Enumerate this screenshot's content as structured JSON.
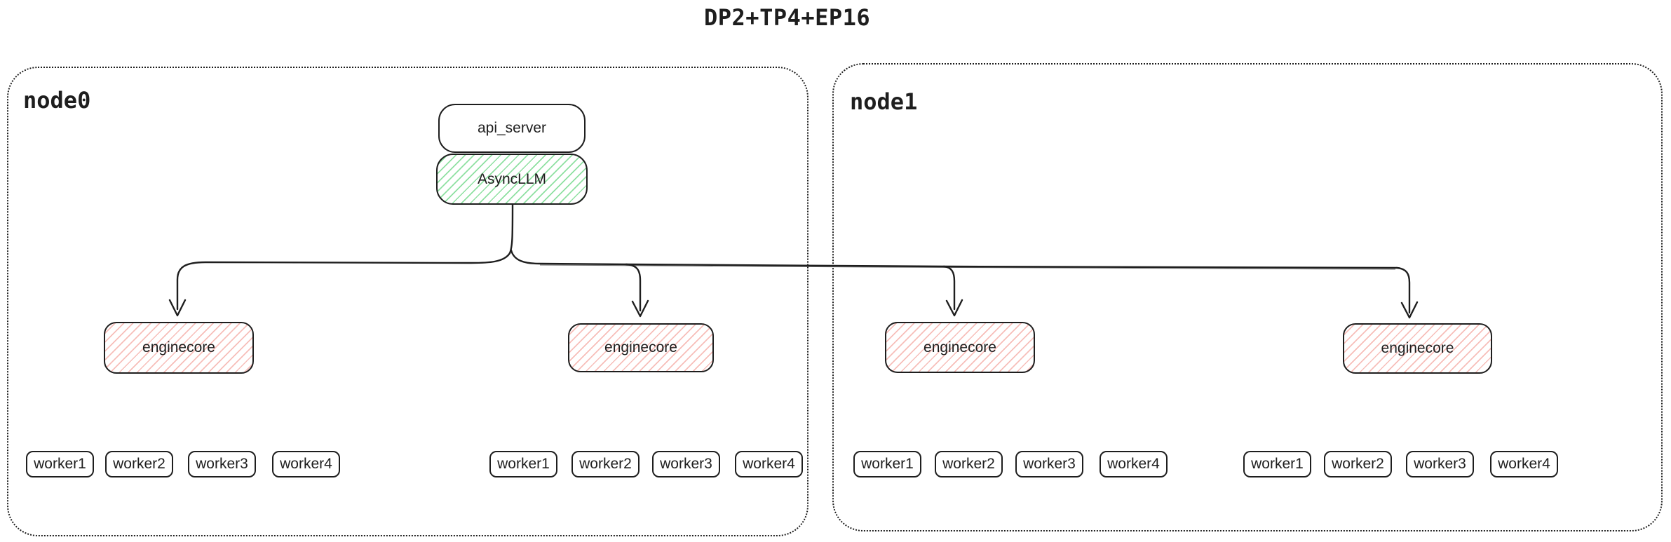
{
  "title": "DP2+TP4+EP16",
  "colors": {
    "stroke": "#1e1e1e",
    "green_hatch": "#8ee0a1",
    "red_hatch": "#f7beb9"
  },
  "nodes": [
    {
      "label": "node0"
    },
    {
      "label": "node1"
    }
  ],
  "api_server": {
    "label": "api_server"
  },
  "async_llm": {
    "label": "AsyncLLM"
  },
  "enginecore_groups": [
    {
      "node": "node0",
      "enginecore_label": "enginecore",
      "workers": [
        "worker1",
        "worker2",
        "worker3",
        "worker4"
      ]
    },
    {
      "node": "node0",
      "enginecore_label": "enginecore",
      "workers": [
        "worker1",
        "worker2",
        "worker3",
        "worker4"
      ]
    },
    {
      "node": "node1",
      "enginecore_label": "enginecore",
      "workers": [
        "worker1",
        "worker2",
        "worker3",
        "worker4"
      ]
    },
    {
      "node": "node1",
      "enginecore_label": "enginecore",
      "workers": [
        "worker1",
        "worker2",
        "worker3",
        "worker4"
      ]
    }
  ]
}
